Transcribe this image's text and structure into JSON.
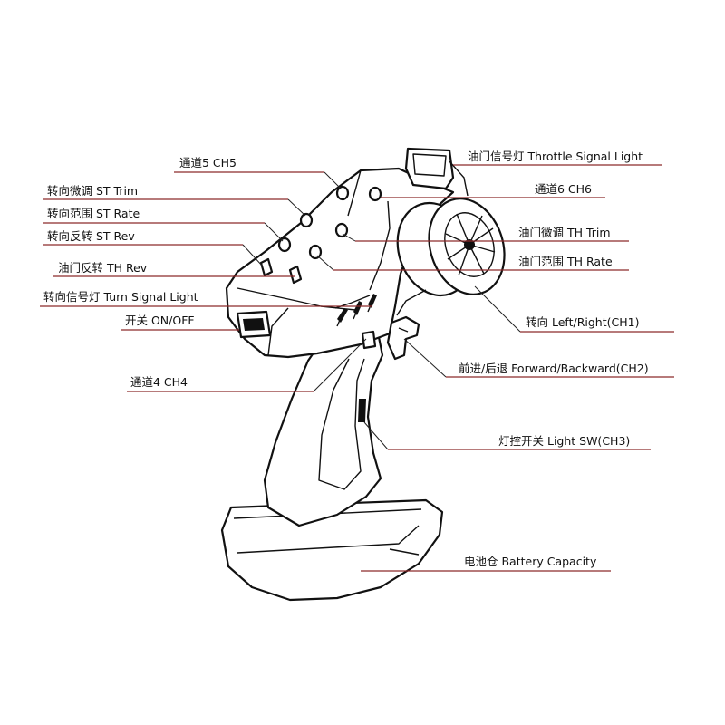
{
  "labels": {
    "ch5": "通道5  CH5",
    "st_trim": "转向微调  ST Trim",
    "st_rate": "转向范围  ST Rate",
    "st_rev": "转向反转  ST Rev",
    "th_rev": "油门反转  TH Rev",
    "turn_signal": "转向信号灯  Turn Signal Light",
    "on_off": "开关  ON/OFF",
    "ch4": "通道4  CH4",
    "throttle_signal": "油门信号灯  Throttle Signal Light",
    "ch6": "通道6  CH6",
    "th_trim": "油门微调  TH Trim",
    "th_rate": "油门范围  TH Rate",
    "steering": "转向  Left/Right(CH1)",
    "throttle": "前进/后退  Forward/Backward(CH2)",
    "light_sw": "灯控开关  Light SW(CH3)",
    "battery": "电池仓  Battery Capacity"
  },
  "colors": {
    "leader": "#8c2a2a",
    "outline": "#111111",
    "background": "#ffffff"
  }
}
